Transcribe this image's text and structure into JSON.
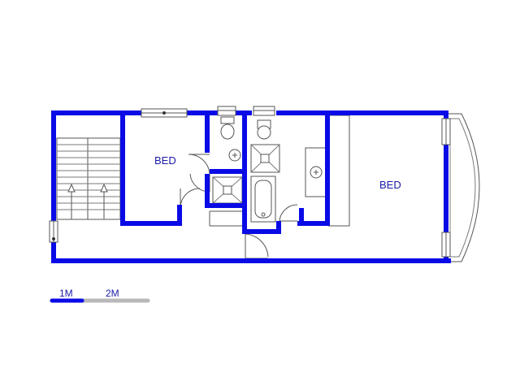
{
  "plan": {
    "rooms": [
      {
        "id": "bedroom-left",
        "label": "BED"
      },
      {
        "id": "bedroom-right",
        "label": "BED"
      }
    ]
  },
  "scale_bar": {
    "label_1": "1M",
    "label_2": "2M"
  },
  "colors": {
    "wall": "#0a0ae6",
    "fixture_line": "#555555",
    "label": "#1a1aa6",
    "scale_gray": "#b9b9b9"
  }
}
